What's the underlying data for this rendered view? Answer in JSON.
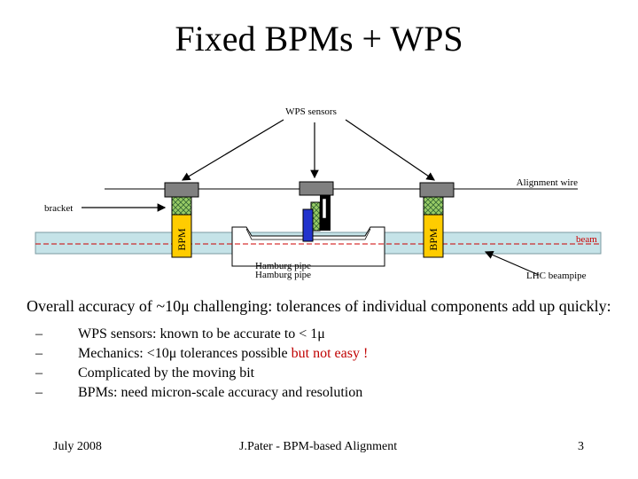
{
  "slide": {
    "title": "Fixed BPMs + WPS"
  },
  "diagram": {
    "labels": {
      "wps_sensors": "WPS sensors",
      "alignment_wire": "Alignment wire",
      "bracket": "bracket",
      "bpm_left": "BPM",
      "bpm_right": "BPM",
      "beam": "beam",
      "hamburg_pipe_1": "Hamburg pipe",
      "hamburg_pipe_2": "Hamburg pipe",
      "lhc_beampipe": "LHC beampipe"
    },
    "colors": {
      "beampipe": "#c5e3e8",
      "bpm_fill": "#ffcc00",
      "bellows": "#99cc66",
      "sensor": "#808080",
      "moving_bit": "#2233cc",
      "beam_line": "#cc0000"
    }
  },
  "content": {
    "paragraph": "Overall accuracy of ~10μ challenging: tolerances of individual components add up quickly:",
    "bullets": [
      {
        "dash": "–",
        "text": "WPS sensors: known to be accurate to < 1μ",
        "emphasis": ""
      },
      {
        "dash": "–",
        "text": "Mechanics: <10μ tolerances possible ",
        "emphasis": "but not easy !"
      },
      {
        "dash": "–",
        "text": "Complicated by the moving bit",
        "emphasis": ""
      },
      {
        "dash": "–",
        "text": "BPMs: need micron-scale accuracy and resolution",
        "emphasis": ""
      }
    ]
  },
  "footer": {
    "date": "July 2008",
    "center": "J.Pater - BPM-based Alignment",
    "page": "3"
  }
}
